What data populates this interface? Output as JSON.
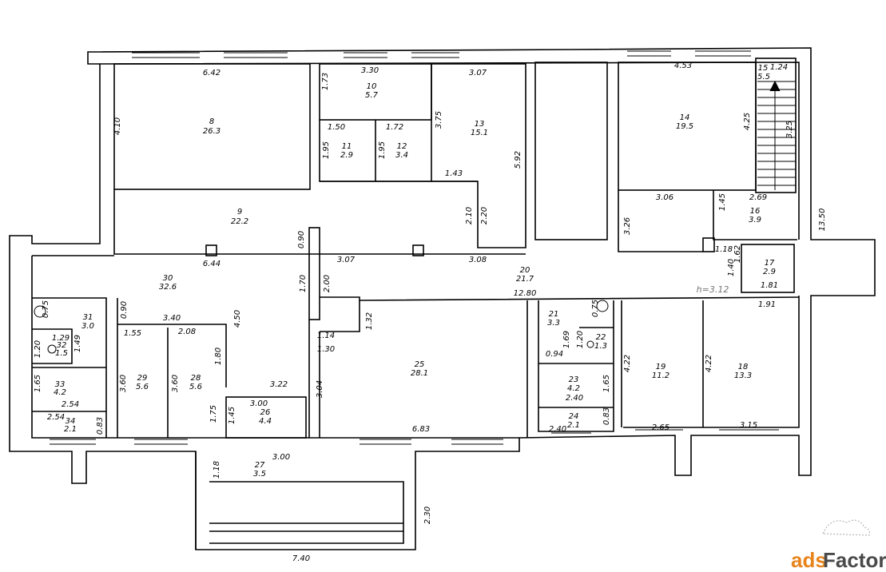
{
  "plan": {
    "height_note": "h=3.12",
    "rooms": [
      {
        "n": "8",
        "a": "26.3"
      },
      {
        "n": "10",
        "a": "5.7"
      },
      {
        "n": "11",
        "a": "2.9"
      },
      {
        "n": "12",
        "a": "3.4"
      },
      {
        "n": "13",
        "a": "15.1"
      },
      {
        "n": "14",
        "a": "19.5"
      },
      {
        "n": "15",
        "a": "5.5"
      },
      {
        "n": "9",
        "a": "22.2"
      },
      {
        "n": "16",
        "a": "3.9"
      },
      {
        "n": "17",
        "a": "2.9"
      },
      {
        "n": "20",
        "a": "21.7"
      },
      {
        "n": "30",
        "a": "32.6"
      },
      {
        "n": "31",
        "a": "3.0"
      },
      {
        "n": "32",
        "a": "1.5"
      },
      {
        "n": "33",
        "a": "4.2"
      },
      {
        "n": "34",
        "a": "2.1"
      },
      {
        "n": "29",
        "a": "5.6"
      },
      {
        "n": "28",
        "a": "5.6"
      },
      {
        "n": "26",
        "a": "4.4"
      },
      {
        "n": "25",
        "a": "28.1"
      },
      {
        "n": "21",
        "a": "3.3"
      },
      {
        "n": "22",
        "a": "1.3"
      },
      {
        "n": "23",
        "a": "4.2"
      },
      {
        "n": "24",
        "a": "2.1"
      },
      {
        "n": "19",
        "a": "11.2"
      },
      {
        "n": "18",
        "a": "13.3"
      },
      {
        "n": "27",
        "a": "3.5"
      }
    ],
    "dims": [
      "6.42",
      "4.10",
      "3.30",
      "1.73",
      "3.07",
      "3.75",
      "5.92",
      "1.50",
      "1.72",
      "1.95",
      "1.95",
      "1.43",
      "2.10",
      "2.20",
      "4.53",
      "1.24",
      "4.25",
      "3.25",
      "3.06",
      "2.69",
      "1.45",
      "3.26",
      "13.50",
      "0.90",
      "6.44",
      "3.07",
      "3.08",
      "1.70",
      "2.00",
      "1.18",
      "1.62",
      "1.40",
      "1.81",
      "12.80",
      "0.75",
      "0.90",
      "3.40",
      "1.55",
      "2.08",
      "4.50",
      "1.29",
      "1.20",
      "1.49",
      "1.14",
      "1.30",
      "1.32",
      "1.80",
      "1.65",
      "2.54",
      "2.54",
      "0.83",
      "3.60",
      "3.60",
      "1.75",
      "3.22",
      "3.00",
      "1.45",
      "3.04",
      "6.83",
      "0.75",
      "1.69",
      "1.20",
      "0.94",
      "1.65",
      "2.40",
      "2.40",
      "0.83",
      "4.22",
      "4.22",
      "1.91",
      "2.65",
      "3.15",
      "1.18",
      "3.00",
      "2.30",
      "7.40"
    ]
  },
  "watermark": {
    "brand_a": "ads",
    "brand_b": "Factory"
  }
}
